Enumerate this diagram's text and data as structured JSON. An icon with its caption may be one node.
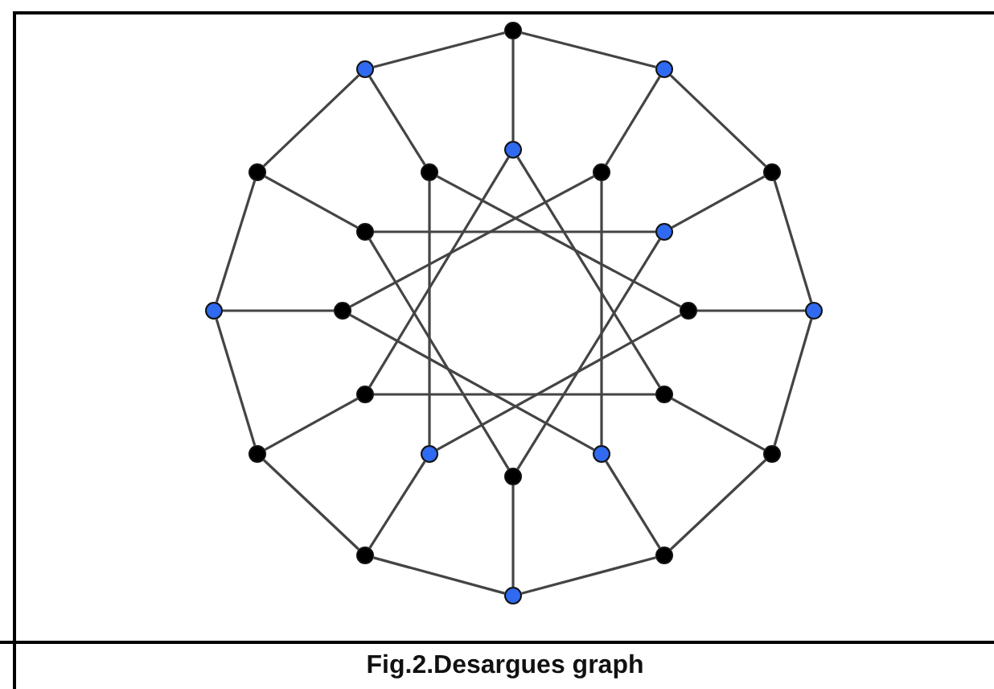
{
  "diagram": {
    "caption": "Fig.2.Desargues graph",
    "nodes": [
      {
        "text": [],
        "shape": "circle"
      },
      {
        "text": [],
        "shape": "circle"
      },
      {
        "text": [],
        "shape": "circle"
      },
      {
        "text": [],
        "shape": "circle"
      },
      {
        "text": [],
        "shape": "circle"
      },
      {
        "text": [],
        "shape": "circle"
      },
      {
        "text": [],
        "shape": "circle"
      },
      {
        "text": [],
        "shape": "circle"
      },
      {
        "text": [],
        "shape": "circle"
      },
      {
        "text": [],
        "shape": "circle"
      },
      {
        "text": [],
        "shape": "circle"
      },
      {
        "text": [],
        "shape": "circle"
      },
      {
        "text": [],
        "shape": "circle"
      },
      {
        "text": [],
        "shape": "circle"
      },
      {
        "text": [],
        "shape": "circle"
      },
      {
        "text": [],
        "shape": "circle"
      },
      {
        "text": [],
        "shape": "circle"
      },
      {
        "text": [],
        "shape": "circle"
      },
      {
        "text": [],
        "shape": "circle"
      },
      {
        "text": [],
        "shape": "circle"
      },
      {
        "text": [],
        "shape": "circle"
      },
      {
        "text": [],
        "shape": "circle"
      },
      {
        "text": [],
        "shape": "circle"
      },
      {
        "text": [],
        "shape": "circle"
      }
    ],
    "edges": [
      {
        "from": 0,
        "to": 2,
        "arrow": "none"
      },
      {
        "from": 2,
        "to": 7,
        "arrow": "none"
      },
      {
        "from": 7,
        "to": 13,
        "arrow": "none"
      },
      {
        "from": 13,
        "to": 19,
        "arrow": "none"
      },
      {
        "from": 19,
        "to": 22,
        "arrow": "none"
      },
      {
        "from": 22,
        "to": 23,
        "arrow": "none"
      },
      {
        "from": 23,
        "to": 21,
        "arrow": "none"
      },
      {
        "from": 21,
        "to": 16,
        "arrow": "none"
      },
      {
        "from": 16,
        "to": 10,
        "arrow": "none"
      },
      {
        "from": 10,
        "to": 4,
        "arrow": "none"
      },
      {
        "from": 4,
        "to": 1,
        "arrow": "none"
      },
      {
        "from": 1,
        "to": 0,
        "arrow": "none"
      },
      {
        "from": 0,
        "to": 3,
        "arrow": "none"
      },
      {
        "from": 2,
        "to": 6,
        "arrow": "none"
      },
      {
        "from": 7,
        "to": 9,
        "arrow": "none"
      },
      {
        "from": 13,
        "to": 12,
        "arrow": "none"
      },
      {
        "from": 19,
        "to": 15,
        "arrow": "none"
      },
      {
        "from": 22,
        "to": 18,
        "arrow": "none"
      },
      {
        "from": 23,
        "to": 20,
        "arrow": "none"
      },
      {
        "from": 21,
        "to": 17,
        "arrow": "none"
      },
      {
        "from": 16,
        "to": 14,
        "arrow": "none"
      },
      {
        "from": 10,
        "to": 11,
        "arrow": "none"
      },
      {
        "from": 4,
        "to": 8,
        "arrow": "none"
      },
      {
        "from": 1,
        "to": 5,
        "arrow": "none"
      },
      {
        "from": 5,
        "to": 17,
        "arrow": "none"
      },
      {
        "from": 6,
        "to": 18,
        "arrow": "none"
      },
      {
        "from": 8,
        "to": 9,
        "arrow": "none"
      },
      {
        "from": 14,
        "to": 15,
        "arrow": "none"
      },
      {
        "from": 8,
        "to": 20,
        "arrow": "none"
      },
      {
        "from": 9,
        "to": 20,
        "arrow": "none"
      },
      {
        "from": 3,
        "to": 14,
        "arrow": "none"
      },
      {
        "from": 3,
        "to": 15,
        "arrow": "none"
      },
      {
        "from": 6,
        "to": 11,
        "arrow": "none"
      },
      {
        "from": 11,
        "to": 18,
        "arrow": "none"
      },
      {
        "from": 5,
        "to": 12,
        "arrow": "none"
      },
      {
        "from": 12,
        "to": 17,
        "arrow": "none"
      }
    ]
  }
}
